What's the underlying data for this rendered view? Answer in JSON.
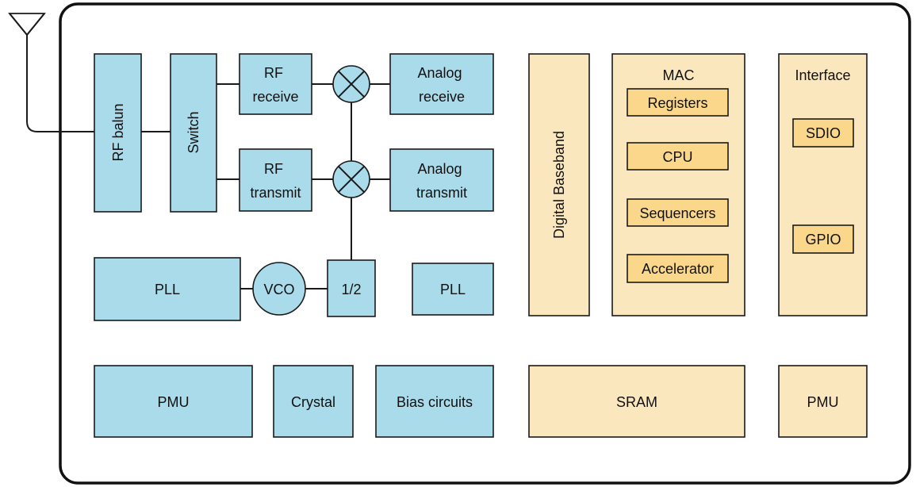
{
  "colors": {
    "analog_block": "#a9dbea",
    "digital_block": "#fbe7bd",
    "digital_inner": "#fad78a",
    "outline": "#1a1a1a",
    "chip_border": "#111111"
  },
  "icons": {
    "antenna": "antenna-icon",
    "mixer": "mixer-icon"
  },
  "blocks": {
    "rf_balun": "RF balun",
    "switch": "Switch",
    "rf_receive": [
      "RF",
      "receive"
    ],
    "rf_transmit": [
      "RF",
      "transmit"
    ],
    "analog_receive": [
      "Analog",
      "receive"
    ],
    "analog_transmit": [
      "Analog",
      "transmit"
    ],
    "pll_left": "PLL",
    "vco": "VCO",
    "divider": "1/2",
    "pll_right": "PLL",
    "pmu_left": "PMU",
    "crystal": "Crystal",
    "bias": "Bias circuits",
    "digital_baseband": "Digital Baseband",
    "mac": {
      "title": "MAC",
      "items": [
        "Registers",
        "CPU",
        "Sequencers",
        "Accelerator"
      ]
    },
    "interface": {
      "title": "Interface",
      "items": [
        "SDIO",
        "GPIO"
      ]
    },
    "sram": "SRAM",
    "pmu_right": "PMU"
  }
}
